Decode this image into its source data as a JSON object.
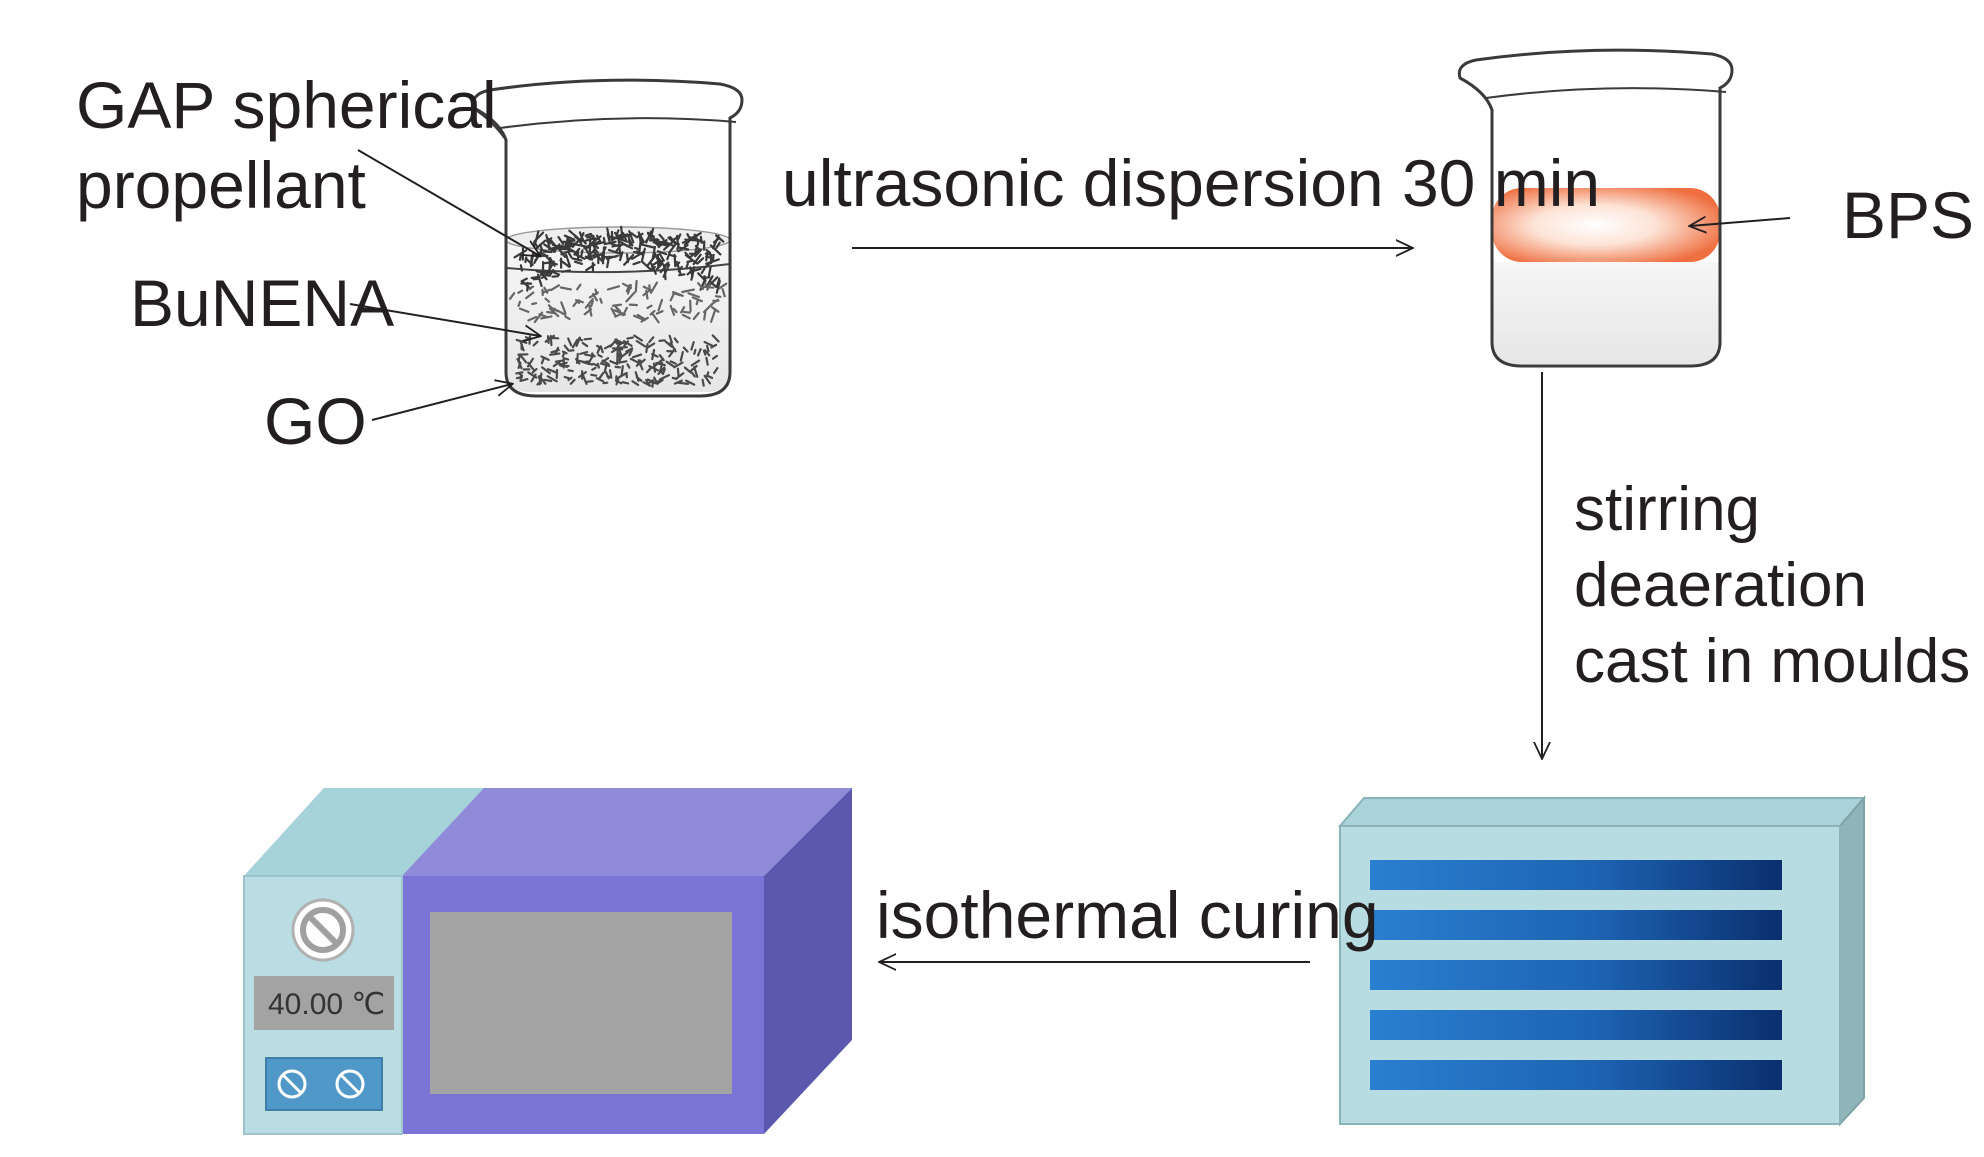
{
  "labels": {
    "gap_line1": "GAP spherical",
    "gap_line2": "propellant",
    "bunena": "BuNENA",
    "go": "GO",
    "bps": "BPS",
    "ultrasonic": "ultrasonic dispersion 30 min",
    "step_stirring": "stirring",
    "step_deaeration": "deaeration",
    "step_cast": "cast in moulds",
    "isothermal": "isothermal curing"
  },
  "oven": {
    "display": "40.00 ℃",
    "icons": [
      "no-symbol-icon",
      "no-symbol-icon",
      "no-symbol-icon"
    ]
  },
  "colors": {
    "bps_band": "#f07850",
    "mould_slot_dark": "#0a2f6e",
    "mould_slot_light": "#2a7fd0",
    "mould_body": "#b7dde2",
    "oven_front": "#7a74d6",
    "oven_top": "#8f8bd9",
    "oven_side": "#5c58ad",
    "oven_panel": "#b9dde3",
    "oven_window": "#a3a3a3"
  }
}
